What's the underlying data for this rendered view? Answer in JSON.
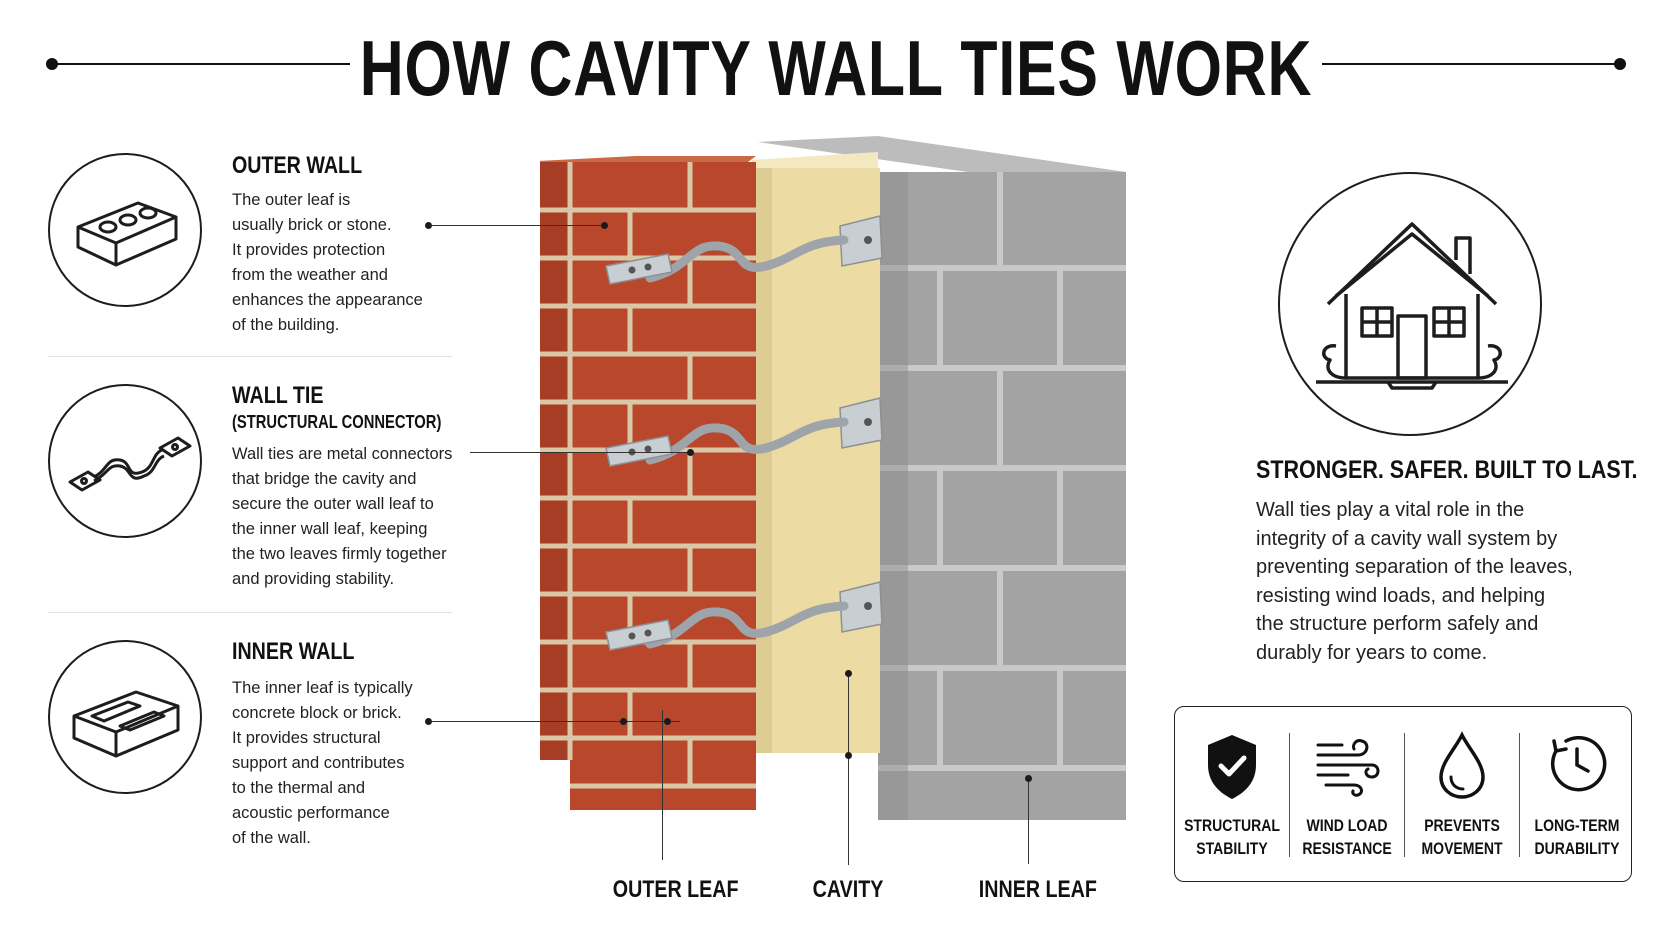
{
  "page": {
    "title": "HOW CAVITY WALL TIES WORK"
  },
  "sections": {
    "outer_wall": {
      "heading": "OUTER WALL",
      "body_lines": [
        "The outer leaf is",
        "usually brick or stone.",
        "It provides protection",
        "from the weather and",
        "enhances the appearance",
        "of the building."
      ],
      "icon": "brick-icon"
    },
    "wall_tie": {
      "heading": "WALL TIE",
      "subheading": "(STRUCTURAL CONNECTOR)",
      "body_lines": [
        "Wall ties are metal connectors",
        "that bridge the cavity and",
        "secure the outer wall leaf to",
        "the inner wall leaf, keeping",
        "the two leaves firmly together",
        "and providing stability."
      ],
      "icon": "wall-tie-icon"
    },
    "inner_wall": {
      "heading": "INNER WALL",
      "body_lines": [
        "The inner leaf is typically",
        "concrete block or brick.",
        "It provides structural",
        "support and contributes",
        "to the thermal and",
        "acoustic performance",
        "of the wall."
      ],
      "icon": "concrete-block-icon"
    }
  },
  "bottom_labels": {
    "outer_leaf": "OUTER LEAF",
    "cavity": "CAVITY",
    "inner_leaf": "INNER LEAF"
  },
  "right_panel": {
    "heading": "STRONGER. SAFER. BUILT TO LAST.",
    "body_lines": [
      "Wall ties play a vital role in the",
      "integrity of a cavity wall system by",
      "preventing separation of the leaves,",
      "resisting wind loads, and helping",
      "the structure perform safely and",
      "durably for years to come."
    ],
    "icon": "house-icon"
  },
  "benefits": [
    {
      "line1": "STRUCTURAL",
      "line2": "STABILITY",
      "icon": "shield-check-icon"
    },
    {
      "line1": "WIND LOAD",
      "line2": "RESISTANCE",
      "icon": "wind-icon"
    },
    {
      "line1": "PREVENTS",
      "line2": "MOVEMENT",
      "icon": "water-drop-icon"
    },
    {
      "line1": "LONG-TERM",
      "line2": "DURABILITY",
      "icon": "clock-icon"
    }
  ],
  "colors": {
    "brick": "#b8472b",
    "brick_dark": "#8f3520",
    "mortar": "#d9c7a6",
    "insulation": "#ecdca4",
    "block": "#a3a3a3",
    "block_dark": "#7d7d7d",
    "tie_metal": "#b9bec3",
    "ink": "#111111"
  }
}
